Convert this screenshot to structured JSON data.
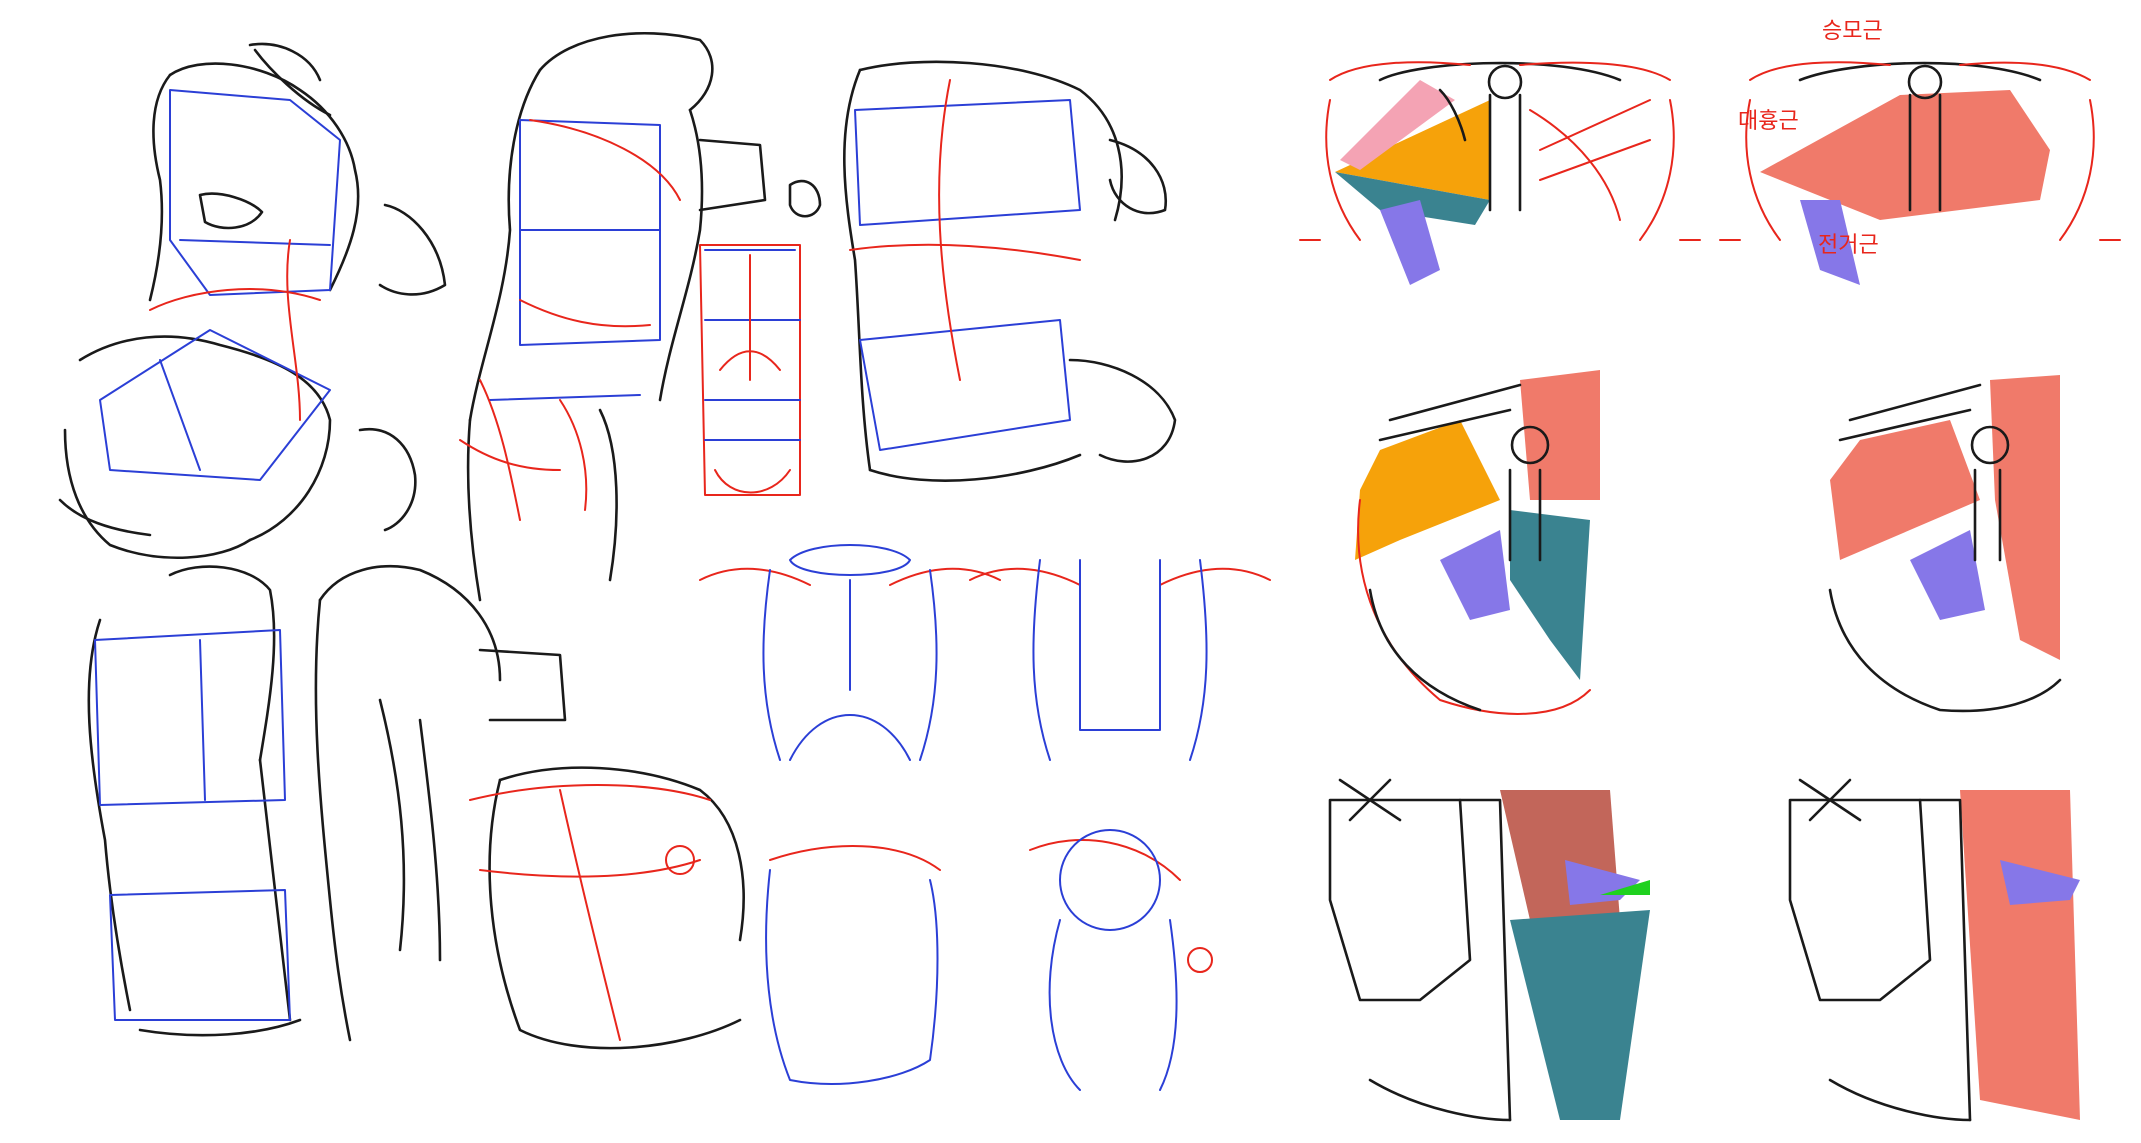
{
  "labels": {
    "trapezius": "승모근",
    "pectoralis_major": "대흉근",
    "serratus_anterior": "전거근"
  },
  "colors": {
    "line_black": "#1a1a1a",
    "line_blue": "#2b3fd6",
    "line_red": "#e8261c",
    "fill_orange": "#f6a20a",
    "fill_teal": "#3a8390",
    "fill_purple": "#8677e8",
    "fill_salmon": "#f07a6a",
    "fill_pink": "#f4a3b4",
    "fill_brick": "#c2665a",
    "fill_green": "#1fd11f"
  }
}
